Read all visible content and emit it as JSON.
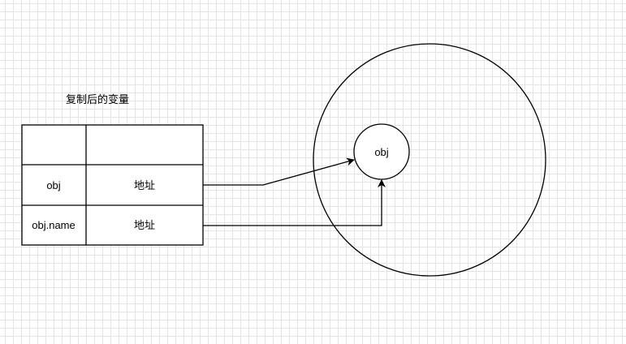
{
  "title": "复制后的变量",
  "table": {
    "rows": [
      {
        "name": "",
        "value": ""
      },
      {
        "name": "obj",
        "value": "地址"
      },
      {
        "name": "obj.name",
        "value": "地址"
      }
    ]
  },
  "heap": {
    "object_label": "obj"
  }
}
